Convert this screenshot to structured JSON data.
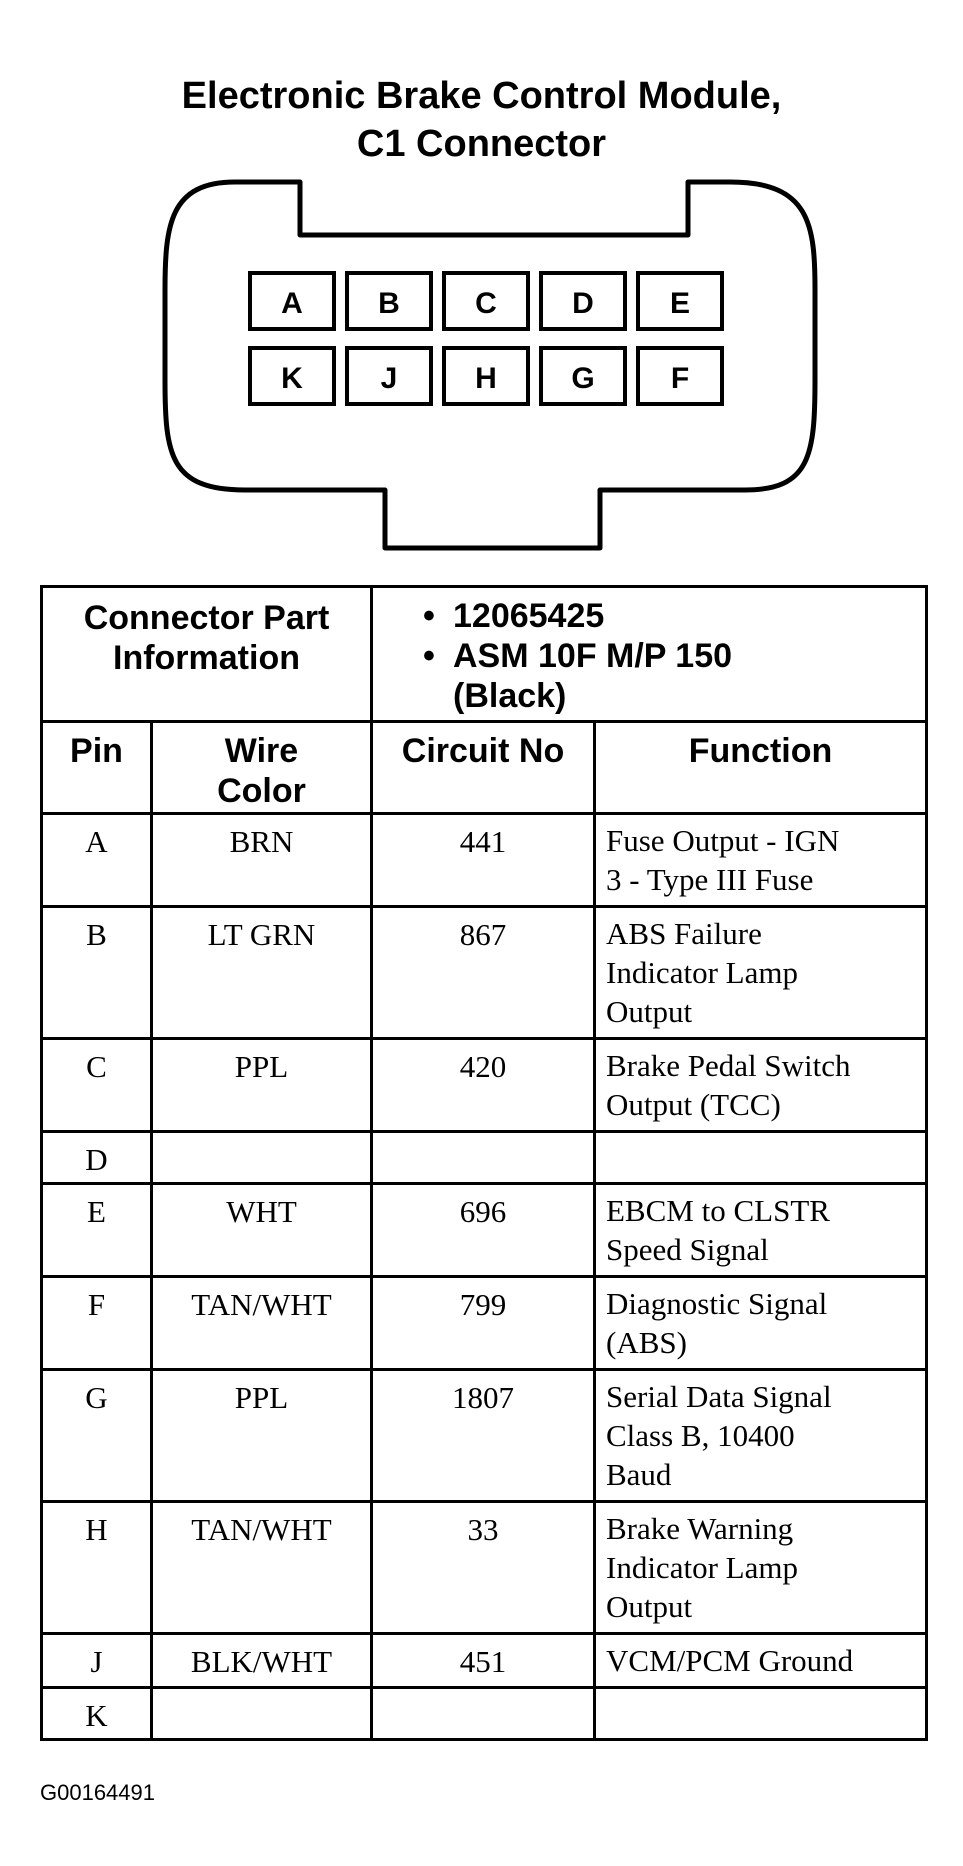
{
  "title_lines": [
    "Electronic Brake Control Module,",
    "C1 Connector"
  ],
  "connector": {
    "top_row": [
      "A",
      "B",
      "C",
      "D",
      "E"
    ],
    "bottom_row": [
      "K",
      "J",
      "H",
      "G",
      "F"
    ]
  },
  "part_info": {
    "label_lines": [
      "Connector Part",
      "Information"
    ],
    "bullet_symbol": "•",
    "bullets": [
      "12065425",
      "ASM 10F M/P 150"
    ],
    "bullet_continuation": "(Black)"
  },
  "columns": {
    "pin": "Pin",
    "wire_color_lines": [
      "Wire",
      "Color"
    ],
    "circuit_no": "Circuit No",
    "function": "Function"
  },
  "rows": [
    {
      "pin": "A",
      "wire": "BRN",
      "circuit": "441",
      "function": [
        "Fuse Output - IGN",
        "3 - Type III Fuse"
      ]
    },
    {
      "pin": "B",
      "wire": "LT GRN",
      "circuit": "867",
      "function": [
        "ABS Failure",
        "Indicator Lamp",
        "Output"
      ]
    },
    {
      "pin": "C",
      "wire": "PPL",
      "circuit": "420",
      "function": [
        "Brake Pedal Switch",
        "Output (TCC)"
      ]
    },
    {
      "pin": "D",
      "wire": "",
      "circuit": "",
      "function": []
    },
    {
      "pin": "E",
      "wire": "WHT",
      "circuit": "696",
      "function": [
        "EBCM to CLSTR",
        "Speed Signal"
      ]
    },
    {
      "pin": "F",
      "wire": "TAN/WHT",
      "circuit": "799",
      "function": [
        "Diagnostic Signal",
        "(ABS)"
      ]
    },
    {
      "pin": "G",
      "wire": "PPL",
      "circuit": "1807",
      "function": [
        "Serial Data Signal",
        "Class B, 10400",
        "Baud"
      ]
    },
    {
      "pin": "H",
      "wire": "TAN/WHT",
      "circuit": "33",
      "function": [
        "Brake Warning",
        "Indicator Lamp",
        "Output"
      ]
    },
    {
      "pin": "J",
      "wire": "BLK/WHT",
      "circuit": "451",
      "function": [
        "VCM/PCM Ground"
      ]
    },
    {
      "pin": "K",
      "wire": "",
      "circuit": "",
      "function": []
    }
  ],
  "figure_id": "G00164491"
}
